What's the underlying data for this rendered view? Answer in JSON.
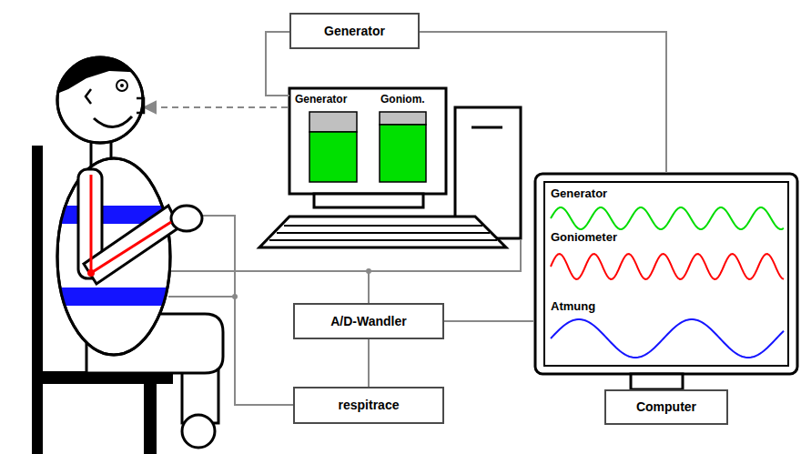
{
  "diagram": {
    "nodes": [
      {
        "text": [
          "Generator"
        ]
      },
      {
        "text": [
          "Generator",
          "Goniom."
        ]
      },
      {
        "text": [
          "Generator",
          "Goniometer",
          "Atmung"
        ]
      },
      {
        "text": [
          "A/D-Wandler"
        ]
      },
      {
        "text": [
          "respitrace"
        ]
      },
      {
        "text": [
          "Computer"
        ]
      }
    ],
    "edges": [
      {
        "from": 0,
        "to": 1,
        "arrow": "none"
      },
      {
        "from": 0,
        "to": 2,
        "arrow": "none"
      },
      {
        "from": 1,
        "to": 3,
        "arrow": "none"
      },
      {
        "from": 3,
        "to": 2,
        "arrow": "none"
      },
      {
        "from": 4,
        "to": 3,
        "arrow": "none"
      }
    ]
  }
}
